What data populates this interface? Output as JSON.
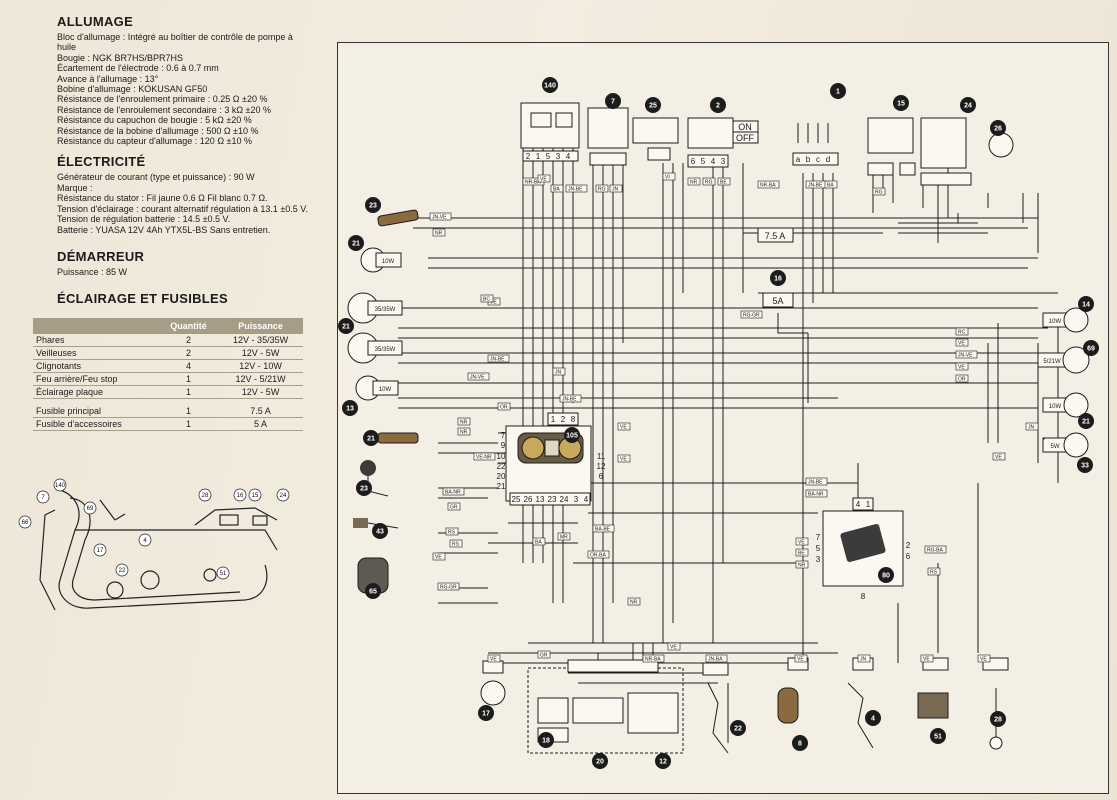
{
  "allumage": {
    "title": "ALLUMAGE",
    "lines": [
      "Bloc d'allumage : Intégré au boîtier de contrôle de pompe à",
      "huile",
      "Bougie : NGK BR7HS/BPR7HS",
      "Écartement de l'électrode : 0.6 à 0.7 mm",
      "Avance à l'allumage : 13°",
      "Bobine d'allumage : KOKUSAN GF50",
      "Résistance de l'enroulement primaire : 0.25 Ω ±20 %",
      "Résistance de l'enroulement secondaire : 3 kΩ ±20 %",
      "Résistance du capuchon de bougie : 5 kΩ ±20 %",
      "Résistance de la bobine d'allumage : 500 Ω ±10 %",
      "Résistance du capteur d'allumage : 120 Ω ±10 %"
    ]
  },
  "electricite": {
    "title": "ÉLECTRICITÉ",
    "lines": [
      "Générateur de courant (type et puissance) : 90 W",
      "Marque :",
      "Résistance du stator : Fil jaune 0.6 Ω Fil blanc 0.7 Ω.",
      "Tension d'éclairage : courant alternatif régulation à 13.1 ±0.5 V.",
      "Tension de régulation batterie : 14.5 ±0.5 V.",
      "Batterie : YUASA 12V 4Ah YTX5L-BS Sans entretien."
    ]
  },
  "demarreur": {
    "title": "DÉMARREUR",
    "lines": [
      "Puissance : 85 W"
    ]
  },
  "eclairage": {
    "title": "ÉCLAIRAGE ET FUSIBLES",
    "headers": [
      "",
      "Quantité",
      "Puissance"
    ],
    "rows": [
      [
        "Phares",
        "2",
        "12V - 35/35W"
      ],
      [
        "Veilleuses",
        "2",
        "12V - 5W"
      ],
      [
        "Clignotants",
        "4",
        "12V - 10W"
      ],
      [
        "Feu arrière/Feu stop",
        "1",
        "12V - 5/21W"
      ],
      [
        "Éclairage plaque",
        "1",
        "12V - 5W"
      ],
      [
        "Fusible principal",
        "1",
        "7.5 A"
      ],
      [
        "Fusible d'accessoires",
        "1",
        "5 A"
      ]
    ]
  },
  "locator_numbers": [
    "140",
    "7",
    "69",
    "28",
    "16",
    "15",
    "24",
    "66",
    "17",
    "4",
    "22",
    "51"
  ],
  "component_numbers": [
    "140",
    "7",
    "25",
    "2",
    "1",
    "15",
    "24",
    "26",
    "23",
    "21",
    "21",
    "13",
    "21",
    "23",
    "43",
    "65",
    "69",
    "14",
    "21",
    "33",
    "105",
    "80",
    "16",
    "17",
    "18",
    "20",
    "12",
    "22",
    "8",
    "4",
    "51",
    "28"
  ],
  "fuse_labels": [
    "7.5 A",
    "5A"
  ],
  "bulb_labels": [
    "10W",
    "35/35W",
    "35/35W",
    "10W",
    "10W",
    "5/21W",
    "10W",
    "5W"
  ],
  "switch_labels": [
    "ON",
    "OFF"
  ],
  "coil_letters": [
    "a",
    "b",
    "c",
    "d"
  ],
  "wire_codes": [
    "NR-BA",
    "VE",
    "BA",
    "JN-BE",
    "RG",
    "JN",
    "VI",
    "NR",
    "RG",
    "BE",
    "NR-BA",
    "JN-BE",
    "BA",
    "RG",
    "JN-VE",
    "NR",
    "VE",
    "BC",
    "JN-VE",
    "JN-BE",
    "JN",
    "JN-BE",
    "OR",
    "RG-GR",
    "RC",
    "VE",
    "JN-VE",
    "VE",
    "OR",
    "JN",
    "VE",
    "VE",
    "VE",
    "NR",
    "NR",
    "VE-NR",
    "BA-NR",
    "GR",
    "RS",
    "RS",
    "VE",
    "RG-GR",
    "BA",
    "MR",
    "BA-BE",
    "OR-BA",
    "NR",
    "VE",
    "JN-BE",
    "BA-NR",
    "VE",
    "BE",
    "NR",
    "RG-BA",
    "RS",
    "VE",
    "GR",
    "NR-BA",
    "JN-BA",
    "VE",
    "JN",
    "VE",
    "VE"
  ],
  "ecu_pins": [
    "1",
    "2",
    "8",
    "7",
    "9",
    "10",
    "22",
    "20",
    "21",
    "11",
    "12",
    "6",
    "25",
    "26",
    "13",
    "23",
    "24",
    "3",
    "4"
  ],
  "ecu80_pins": [
    "4",
    "1",
    "7",
    "5",
    "3",
    "2",
    "6",
    "8"
  ]
}
